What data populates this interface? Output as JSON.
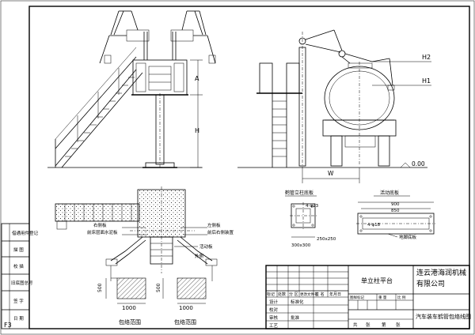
{
  "sheet": {
    "size_code": "F3"
  },
  "left_strip": {
    "rows": [
      "借通用件登记",
      "描 图",
      "校 描",
      "旧底图总号",
      "签 字",
      "日 期"
    ]
  },
  "side_view": {
    "labels": {
      "A": "A",
      "H": "H"
    }
  },
  "front_view": {
    "labels": {
      "H2": "H2",
      "H1": "H1",
      "W": "W",
      "ground": "0.00"
    }
  },
  "plan_view": {
    "labels": {
      "label_1": "右侧板",
      "label_2": "前床层面水泥板",
      "label_3": "左侧板",
      "label_4": "前后右侧装置",
      "label_5": "活动板",
      "label_6": "外侧",
      "dim_left_small": "500",
      "dim_left": "1000",
      "dim_right_small": "500",
      "dim_right": "1000",
      "range_left": "包络范围",
      "range_right": "包络范围"
    }
  },
  "detail_left": {
    "title": "鹤管立柱底板",
    "hole_note": "4-φ23",
    "dim_bottom": "300x300",
    "dim_right": "250x250"
  },
  "detail_right": {
    "title": "活动底板",
    "hole_note": "4-φ18",
    "dim_top": "900",
    "dim_mid": "850",
    "foot_label": "地脚底板"
  },
  "title_block": {
    "project": "单立柱平台",
    "company_line1": "连云港海润机械",
    "company_line2": "有限公司",
    "drawing_title": "汽车装车鹤管包络线图",
    "rev_headers": [
      "标记",
      "处数",
      "分 区",
      "更改文件号",
      "签 名",
      "年月日"
    ],
    "sign_rows": [
      "设计",
      "校对",
      "审核",
      "工艺"
    ],
    "std_label": "标准化",
    "approve_label": "批准",
    "stage_headers": [
      "图样标记",
      "重 量",
      "比 例"
    ],
    "sheet_footer": [
      "共",
      "张",
      "第",
      "张"
    ]
  }
}
